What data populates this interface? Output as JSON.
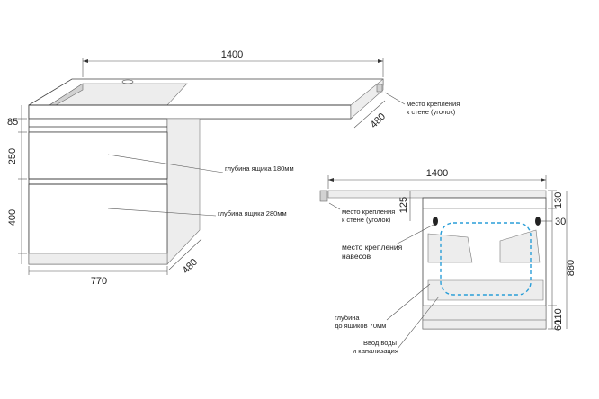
{
  "dims": {
    "top_width": "1400",
    "top_depth": "480",
    "countertop_thickness": "85",
    "drawer_top_height": "250",
    "drawer_bottom_height": "400",
    "cabinet_width": "770",
    "cabinet_depth": "480",
    "side_width": "1400",
    "side_130": "130",
    "side_125": "125",
    "side_30": "30",
    "side_880": "880",
    "side_110": "110",
    "side_60": "60"
  },
  "labels": {
    "wall_mount_1": "место крепления",
    "wall_mount_2": "к стене (уголок)",
    "drawer_depth_top": "глубина ящика 180мм",
    "drawer_depth_bottom": "глубина ящика 280мм",
    "wall_mount_s": "место крепления",
    "wall_mount_s2": "к стене (уголок)",
    "hinge_mount_1": "место крепления",
    "hinge_mount_2": "навесов",
    "depth_to_drawers_1": "глубина",
    "depth_to_drawers_2": "до ящиков 70мм",
    "water_inlet_1": "Ввод воды",
    "water_inlet_2": "и канализация"
  }
}
